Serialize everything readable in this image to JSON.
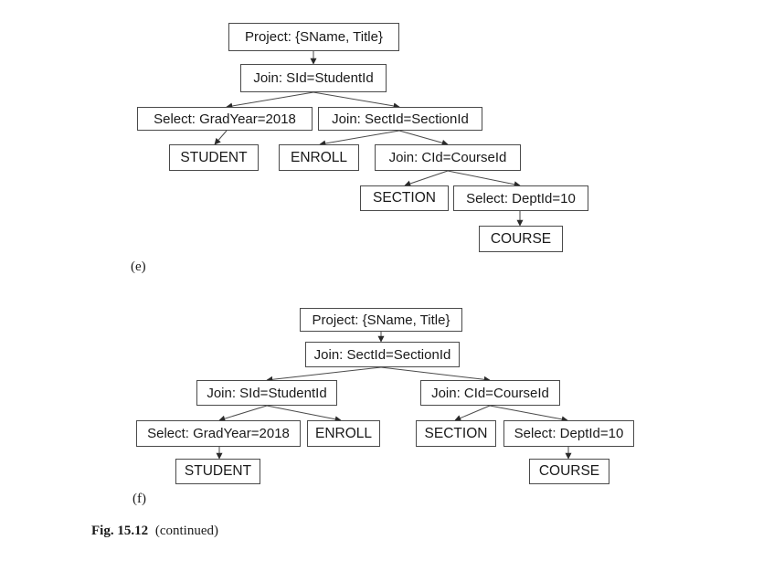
{
  "diagram_e": {
    "label": "(e)",
    "nodes": {
      "project": "Project: {SName, Title}",
      "join_sid": "Join: SId=StudentId",
      "select_gradyear": "Select: GradYear=2018",
      "join_sectid": "Join: SectId=SectionId",
      "student": "STUDENT",
      "enroll": "ENROLL",
      "join_cid": "Join: CId=CourseId",
      "section": "SECTION",
      "select_deptid": "Select: DeptId=10",
      "course": "COURSE"
    }
  },
  "diagram_f": {
    "label": "(f)",
    "nodes": {
      "project": "Project: {SName, Title}",
      "join_sectid": "Join: SectId=SectionId",
      "join_sid": "Join: SId=StudentId",
      "join_cid": "Join: CId=CourseId",
      "select_gradyear": "Select: GradYear=2018",
      "enroll": "ENROLL",
      "section": "SECTION",
      "select_deptid": "Select: DeptId=10",
      "student": "STUDENT",
      "course": "COURSE"
    }
  },
  "caption": {
    "fig_number": "Fig. 15.12",
    "text": "(continued)"
  },
  "colors": {
    "line": "#4a4a4a",
    "border": "#4a4a4a",
    "text": "#1a1a1a"
  }
}
